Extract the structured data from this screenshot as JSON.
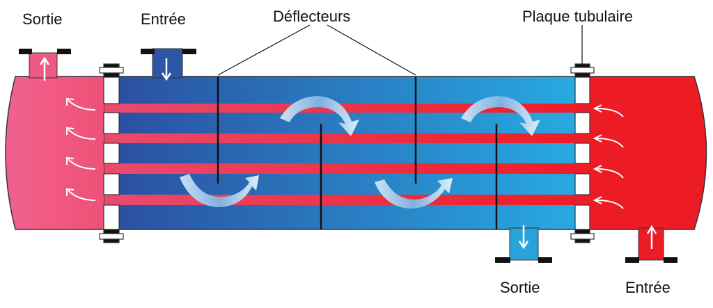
{
  "labels": {
    "outlet_left": "Sortie",
    "inlet_top": "Entrée",
    "baffles": "Déflecteurs",
    "tube_sheet": "Plaque tubulaire",
    "outlet_bottom": "Sortie",
    "inlet_bottom": "Entrée"
  },
  "colors": {
    "hot_inlet": "#ed1c24",
    "hot_outlet": "#ef6090",
    "cold_inlet": "#2b55a5",
    "cold_outlet": "#29a8e0"
  }
}
